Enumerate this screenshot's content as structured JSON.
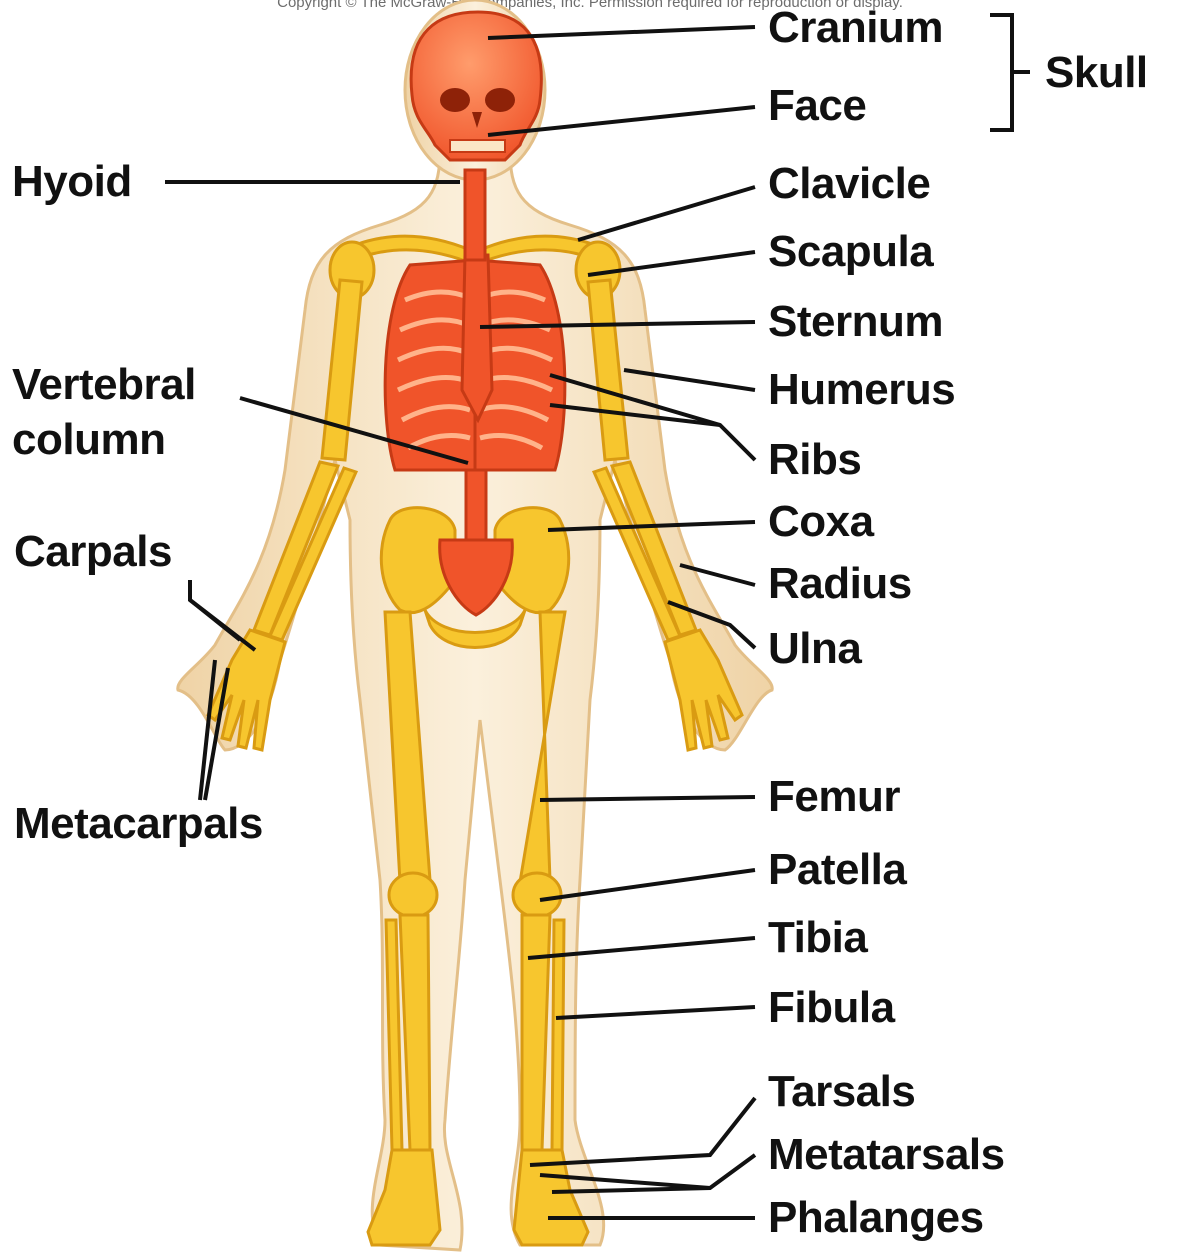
{
  "copyright": "Copyright © The McGraw-Hill Companies, Inc. Permission required for reproduction or display.",
  "labels": {
    "cranium": "Cranium",
    "face": "Face",
    "skull": "Skull",
    "hyoid": "Hyoid",
    "clavicle": "Clavicle",
    "scapula": "Scapula",
    "sternum": "Sternum",
    "vertebral_1": "Vertebral",
    "vertebral_2": "column",
    "humerus": "Humerus",
    "ribs": "Ribs",
    "coxa": "Coxa",
    "carpals": "Carpals",
    "radius": "Radius",
    "ulna": "Ulna",
    "femur": "Femur",
    "metacarpals": "Metacarpals",
    "patella": "Patella",
    "tibia": "Tibia",
    "fibula": "Fibula",
    "tarsals": "Tarsals",
    "metatarsals": "Metatarsals",
    "phalanges": "Phalanges"
  },
  "colors": {
    "axial": "#f0542a",
    "appendicular": "#f7c62e",
    "skin": "#f6e3c3",
    "skin_edge": "#e7c48c",
    "leader": "#111111"
  }
}
